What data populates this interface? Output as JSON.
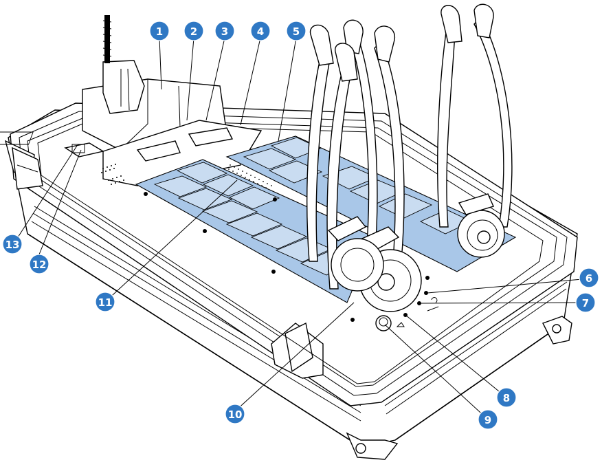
{
  "callouts": [
    {
      "id": "c1",
      "label": "1"
    },
    {
      "id": "c2",
      "label": "2"
    },
    {
      "id": "c3",
      "label": "3"
    },
    {
      "id": "c4",
      "label": "4"
    },
    {
      "id": "c5",
      "label": "5"
    },
    {
      "id": "c6",
      "label": "6"
    },
    {
      "id": "c7",
      "label": "7"
    },
    {
      "id": "c8",
      "label": "8"
    },
    {
      "id": "c9",
      "label": "9"
    },
    {
      "id": "c10",
      "label": "10"
    },
    {
      "id": "c11",
      "label": "11"
    },
    {
      "id": "c12",
      "label": "12"
    },
    {
      "id": "c13",
      "label": "13"
    }
  ],
  "colors": {
    "callout": "#2f78c4",
    "charging_slots": "#a9c7e8",
    "line": "#000000"
  }
}
